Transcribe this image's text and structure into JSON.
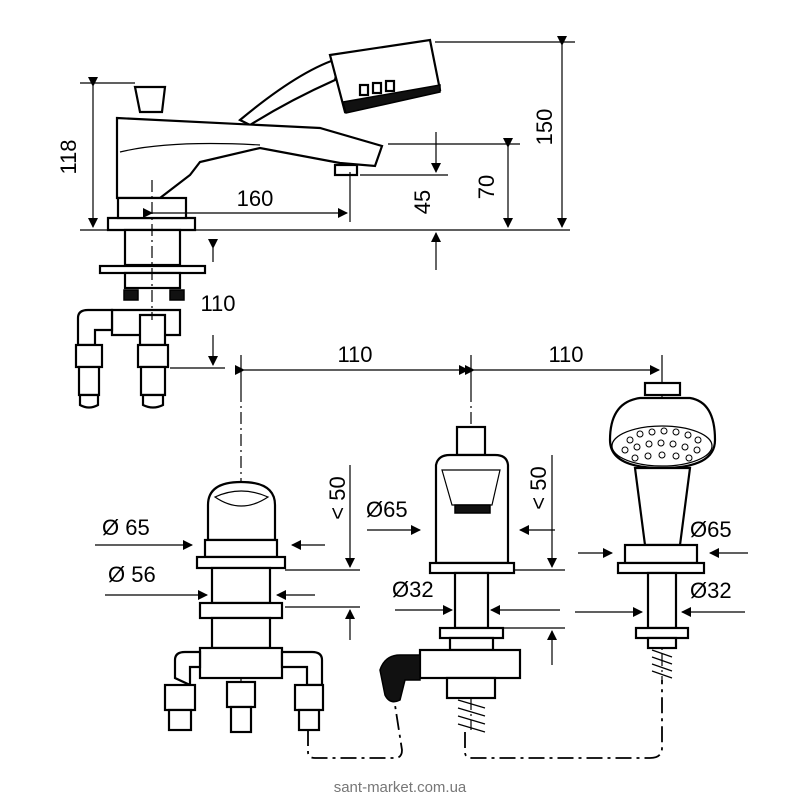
{
  "drawing": {
    "title": "Bath-shower mixer technical drawing",
    "dimensions": {
      "height_118": "118",
      "reach_160": "160",
      "spout_45": "45",
      "spout_70": "70",
      "total_150": "150",
      "depth_110": "110",
      "spacing_left": "110",
      "spacing_right": "110",
      "diverter_outer_dia": "Ø 65",
      "diverter_base_dia": "Ø 56",
      "diverter_height": "< 50",
      "mixer_outer_dia": "Ø65",
      "mixer_height": "< 50",
      "mixer_shank_dia": "Ø32",
      "shower_outer_dia": "Ø65",
      "shower_shank_dia": "Ø32"
    },
    "components": [
      "side-view-mixer",
      "diverter-body",
      "mixer-valve",
      "hand-shower"
    ]
  },
  "watermark": "sant-market.com.ua"
}
